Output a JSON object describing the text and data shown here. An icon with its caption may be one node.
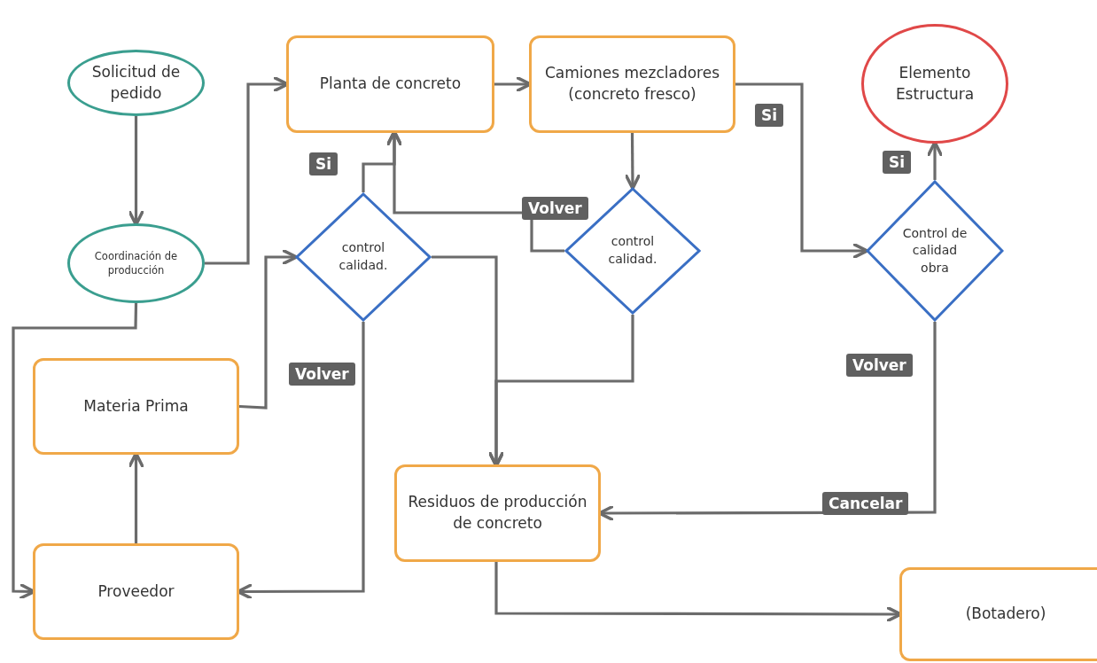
{
  "diagram": {
    "nodes": [
      {
        "text": [
          "Solicitud de pedido"
        ]
      },
      {
        "text": [
          "Coordinación de producción"
        ]
      },
      {
        "text": [
          "Planta de concreto"
        ]
      },
      {
        "text": [
          "Camiones mezcladores (concreto fresco)"
        ]
      },
      {
        "text": [
          "Elemento Estructura"
        ]
      },
      {
        "text": [
          "control calidad."
        ]
      },
      {
        "text": [
          "control calidad."
        ]
      },
      {
        "text": [
          "Control de calidad obra"
        ]
      },
      {
        "text": [
          "Materia Prima"
        ]
      },
      {
        "text": [
          "Residuos de producción de concreto"
        ]
      },
      {
        "text": [
          "Proveedor"
        ]
      },
      {
        "text": [
          "(Botadero)"
        ]
      }
    ],
    "edges": [
      {
        "from": 0,
        "to": 1,
        "arrow": "to"
      },
      {
        "from": 1,
        "to": 2,
        "arrow": "to"
      },
      {
        "from": 1,
        "to": 10,
        "arrow": "to"
      },
      {
        "from": 2,
        "to": 3,
        "arrow": "to"
      },
      {
        "from": 3,
        "to": 6,
        "arrow": "to"
      },
      {
        "from": 3,
        "to": 7,
        "arrow": "to",
        "label": "Si"
      },
      {
        "from": 7,
        "to": 4,
        "arrow": "to",
        "label": "Si"
      },
      {
        "from": 5,
        "to": 2,
        "arrow": "to",
        "label": "Si"
      },
      {
        "from": 6,
        "to": 2,
        "arrow": "to",
        "label": "Volver"
      },
      {
        "from": 8,
        "to": 5,
        "arrow": "to"
      },
      {
        "from": 10,
        "to": 8,
        "arrow": "to"
      },
      {
        "from": 5,
        "to": 10,
        "arrow": "to",
        "label": "Volver"
      },
      {
        "from": 5,
        "to": 9,
        "arrow": "to"
      },
      {
        "from": 6,
        "to": 9,
        "arrow": "to"
      },
      {
        "from": 7,
        "to": 9,
        "arrow": "to",
        "label": "Cancelar"
      },
      {
        "from": 9,
        "to": 11,
        "arrow": "to"
      }
    ],
    "labels": [
      "Volver"
    ]
  }
}
